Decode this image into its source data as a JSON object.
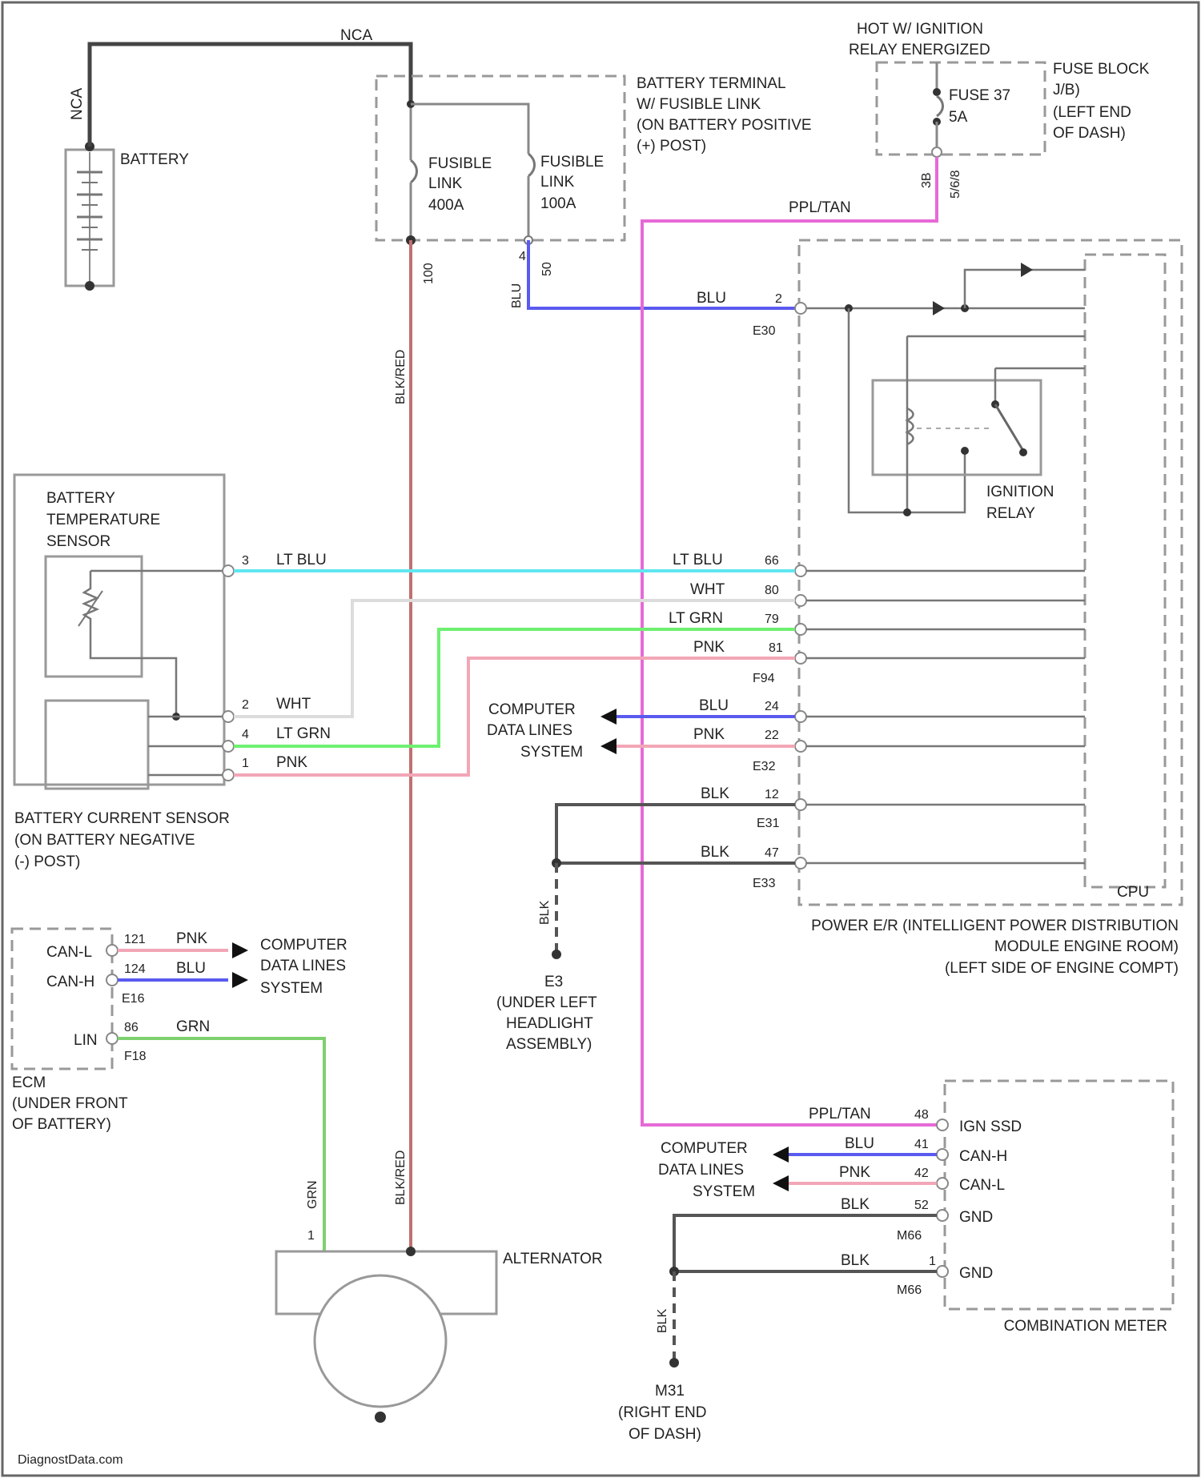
{
  "colors": {
    "black": "#444444",
    "blk_red": "#c07070",
    "blu": "#5a5af0",
    "pnk": "#f2a6b6",
    "lt_blu": "#5fe6f0",
    "lt_grn": "#6ef070",
    "grn": "#7ed06e",
    "wht": "#dcdcdc",
    "ppl_tan": "#e66ad6"
  },
  "labels": {
    "nca_top": "NCA",
    "nca_side": "NCA",
    "battery": "BATTERY",
    "fusible_100_l1": "FUSIBLE",
    "fusible_100_l2": "LINK",
    "fusible_100_l3": "400A",
    "fusible_150_l1": "FUSIBLE",
    "fusible_150_l2": "LINK",
    "fusible_150_l3": "100A",
    "batt_terminal_l1": "BATTERY TERMINAL",
    "batt_terminal_l2": "W/ FUSIBLE LINK",
    "batt_terminal_l3": "(ON BATTERY POSITIVE",
    "batt_terminal_l4": "(+) POST)",
    "hot_l1": "HOT W/ IGNITION",
    "hot_l2": "RELAY ENERGIZED",
    "fuse_l1": "FUSE 37",
    "fuse_l2": "5A",
    "fuse_block_l1": "FUSE BLOCK",
    "fuse_block_l2": "J/B)",
    "fuse_block_l3": "(LEFT END",
    "fuse_block_l4": "OF DASH)",
    "ppl_tan_top": "PPL/TAN",
    "s_fuse_pin": "3B",
    "s_fuse_wire": "5/6/8",
    "blk_red_top": "BLK/RED",
    "blk_red_bottom": "BLK/RED",
    "wire_100": "100",
    "blu_vert": "BLU",
    "wire_50": "50",
    "fl_pin": "4",
    "blu_e30": "BLU",
    "pin_e30": "2",
    "conn_e30": "E30",
    "ign_relay_l1": "IGNITION",
    "ign_relay_l2": "RELAY",
    "bts_l1": "BATTERY",
    "bts_l2": "TEMPERATURE",
    "bts_l3": "SENSOR",
    "pin3": "3",
    "ltblu_left": "LT BLU",
    "ltblu_right": "LT BLU",
    "pin66": "66",
    "wht_right": "WHT",
    "pin80": "80",
    "ltgrn_right": "LT GRN",
    "pin79": "79",
    "pnk_right": "PNK",
    "pin81": "81",
    "conn_f94": "F94",
    "pin2": "2",
    "wht_left": "WHT",
    "pin4": "4",
    "ltgrn_left": "LT GRN",
    "pin1": "1",
    "pnk_left": "PNK",
    "cdl1_l1": "COMPUTER",
    "cdl1_l2": "DATA LINES",
    "cdl1_l3": "SYSTEM",
    "blu_24": "BLU",
    "pin24": "24",
    "pnk_22": "PNK",
    "pin22": "22",
    "conn_e32": "E32",
    "blk_12": "BLK",
    "pin12": "12",
    "conn_e31": "E31",
    "blk_47": "BLK",
    "pin47": "47",
    "conn_e33": "E33",
    "cpu": "CPU",
    "pdm_l1": "POWER E/R (INTELLIGENT POWER DISTRIBUTION",
    "pdm_l2": "MODULE ENGINE ROOM)",
    "pdm_l3": "(LEFT SIDE OF ENGINE COMPT)",
    "bcs_l1": "BATTERY CURRENT SENSOR",
    "bcs_l2": "(ON BATTERY NEGATIVE",
    "bcs_l3": "(-) POST)",
    "blk_vert_e3": "BLK",
    "ground_e3": "E3",
    "e3_l1": "(UNDER LEFT",
    "e3_l2": "HEADLIGHT",
    "e3_l3": "ASSEMBLY)",
    "can_l": "CAN-L",
    "can_h": "CAN-H",
    "lin": "LIN",
    "pin121": "121",
    "pnk_121": "PNK",
    "pin124": "124",
    "blu_124": "BLU",
    "conn_e16": "E16",
    "pin86": "86",
    "grn_86": "GRN",
    "conn_f18": "F18",
    "cdl2_l1": "COMPUTER",
    "cdl2_l2": "DATA LINES",
    "cdl2_l3": "SYSTEM",
    "ecm_l1": "ECM",
    "ecm_l2": "(UNDER FRONT",
    "ecm_l3": "OF BATTERY)",
    "grn_vert": "GRN",
    "alt_pin": "1",
    "alternator": "ALTERNATOR",
    "ppl_tan_bot": "PPL/TAN",
    "pin48": "48",
    "ign_ssd": "IGN SSD",
    "cdl3_l1": "COMPUTER",
    "cdl3_l2": "DATA LINES",
    "cdl3_l3": "SYSTEM",
    "blu_41": "BLU",
    "pin41": "41",
    "can_h_cm": "CAN-H",
    "pnk_42": "PNK",
    "pin42": "42",
    "can_l_cm": "CAN-L",
    "blk_52": "BLK",
    "pin52": "52",
    "conn_m66a": "M66",
    "gnd1": "GND",
    "blk_1": "BLK",
    "pin1_cm": "1",
    "conn_m66b": "M66",
    "gnd2": "GND",
    "comb_meter": "COMBINATION METER",
    "blk_vert_m1": "BLK",
    "ground_m1": "M31",
    "m1_l1": "(RIGHT END",
    "m1_l2": "OF DASH)",
    "watermark": "DiagnostData.com"
  }
}
